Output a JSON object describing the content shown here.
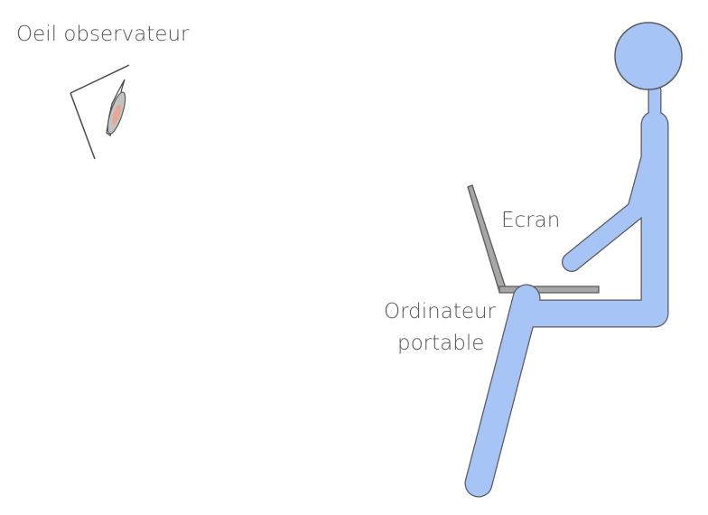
{
  "labels": {
    "eye": "Oeil observateur",
    "screen": "Ecran",
    "laptop_line1": "Ordinateur",
    "laptop_line2": "portable"
  },
  "colors": {
    "person_fill": "#a7c4f6",
    "outline": "#5a5a5a",
    "laptop_fill": "#a6a6a6",
    "pupil_fill": "#c3c3c3",
    "iris_fill": "#e9a792"
  },
  "icons": {
    "eye": "eye-icon",
    "person": "seated-person-icon",
    "laptop": "laptop-icon"
  }
}
